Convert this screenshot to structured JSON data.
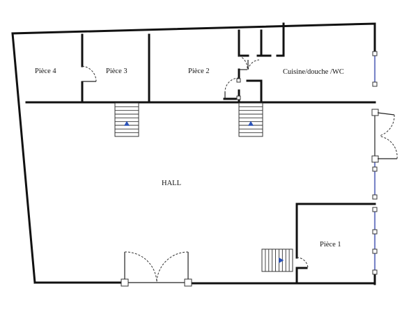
{
  "rooms": {
    "piece4": "Pièce 4",
    "piece3": "Pièce 3",
    "piece2": "Pièce 2",
    "cuisine": "Cuisine/douche /WC",
    "hall": "HALL",
    "piece1": "Pièce 1"
  },
  "colors": {
    "wall": "#111111",
    "window": "#7b86c8",
    "stair_arrow": "#2a52b8"
  }
}
